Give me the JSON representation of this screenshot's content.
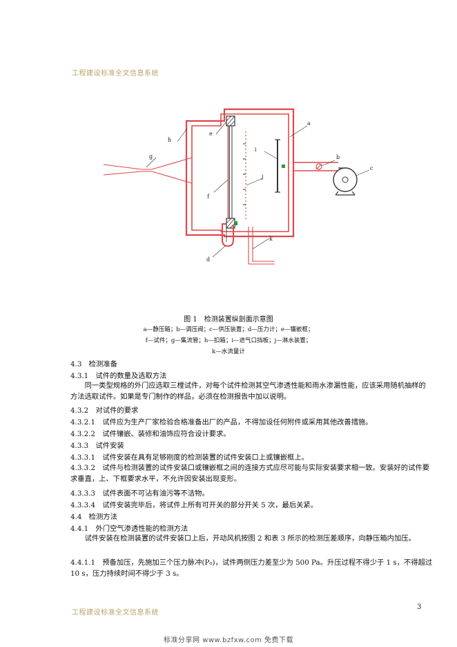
{
  "watermark_top": "工程建设标准全文信息系统",
  "watermark_bottom": "工程建设标准全文信息系统",
  "figure": {
    "labels": {
      "a": "a",
      "b": "b",
      "c": "c",
      "d": "d",
      "e": "e",
      "f": "f",
      "g": "g",
      "h": "h",
      "i": "i",
      "j": "j",
      "k": "k"
    },
    "caption": "图 1　检测装置纵剖面示意图",
    "legend": [
      "a—静压箱；b—调压阀；c—供压装置；d—压力计；e—镶嵌框；",
      "f—试件；g—集流管；h—扣箱；i—进气口挡板；j—淋水装置；",
      "k—水流量计"
    ]
  },
  "body": [
    {
      "text": "4.3　检测准备"
    },
    {
      "text": "4.3.1　试件的数量及选取方法"
    },
    {
      "text": "同一类型规格的外门应选取三樘试件，对每个试件检测其空气渗透性能和雨水渗漏性能，应该采用随机抽样的方法选取试件。如果是专门制作的样品，必须在检测报告中加以说明。"
    },
    {
      "text": "4.3.2　对试件的要求"
    },
    {
      "text": "4.3.2.1　试件应为生产厂家检验合格准备出厂的产品，不得加设任何附件或采用其他改善措施。"
    },
    {
      "text": "4.3.2.2　试件镶嵌、装修和油饰应符合设计要求。"
    },
    {
      "text": "4.3.3　试件安装"
    },
    {
      "text": "4.3.3.1　试件安装在具有足够刚度的检测装置的试件安装口上或镶嵌框上。"
    },
    {
      "text": "4.3.3.2　试件与检测装置的试件安装口或镶嵌框之间的连接方式应尽可能与实际安装要求相一致。安装好的试件要求垂直，上、下框要求水平，不允许因安装出现变形。"
    },
    {
      "text": "4.3.3.3　试件表面不可沾有油污等不洁物。"
    },
    {
      "text": "4.3.3.4　试件安装完毕后，将试件上所有可开关的部分开关 5 次，最后关紧。"
    },
    {
      "text": "4.4　检测方法"
    },
    {
      "text": "4.4.1　外门空气渗透性能的检测方法"
    },
    {
      "text": "试件安装在检测装置的试件安装口上后，开动风机按图 2 和表 3 所示的检测压差顺序，向静压箱内加压。"
    },
    {
      "text": "4.4.1.1　预备加压，先施加三个压力脉冲(P₀)，试件两侧压力差至少为 500 Pa。升压过程不得少于 1 s，不得超过 10 s，压力持续时间不得少于 3 s。"
    }
  ],
  "page_number": "3",
  "footer": "标准分享网 www.bzfxw.com 免费下载",
  "colors": {
    "outline": "#e0464a",
    "dark": "#333333",
    "accent_green": "#2f9a3a",
    "watermark": "#b9a267"
  }
}
